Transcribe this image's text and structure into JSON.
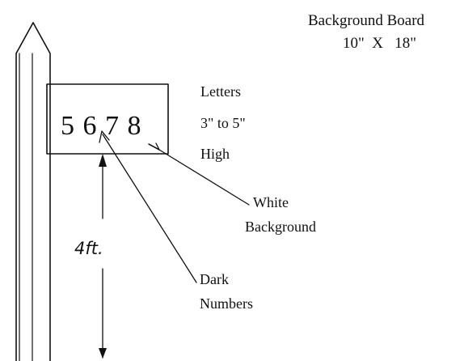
{
  "board": {
    "title": "Background Board",
    "dimensions": "10\"  X   18\""
  },
  "sign": {
    "numbers": "5 6 7 8"
  },
  "labels": {
    "letters": "Letters",
    "letter_size": "3\" to 5\"",
    "letter_height": "High",
    "white_line1": "White",
    "white_line2": "Background",
    "dark_line1": "Dark",
    "dark_line2": "Numbers",
    "height": "4ft."
  },
  "colors": {
    "ink": "#111111",
    "paper": "#ffffff"
  }
}
